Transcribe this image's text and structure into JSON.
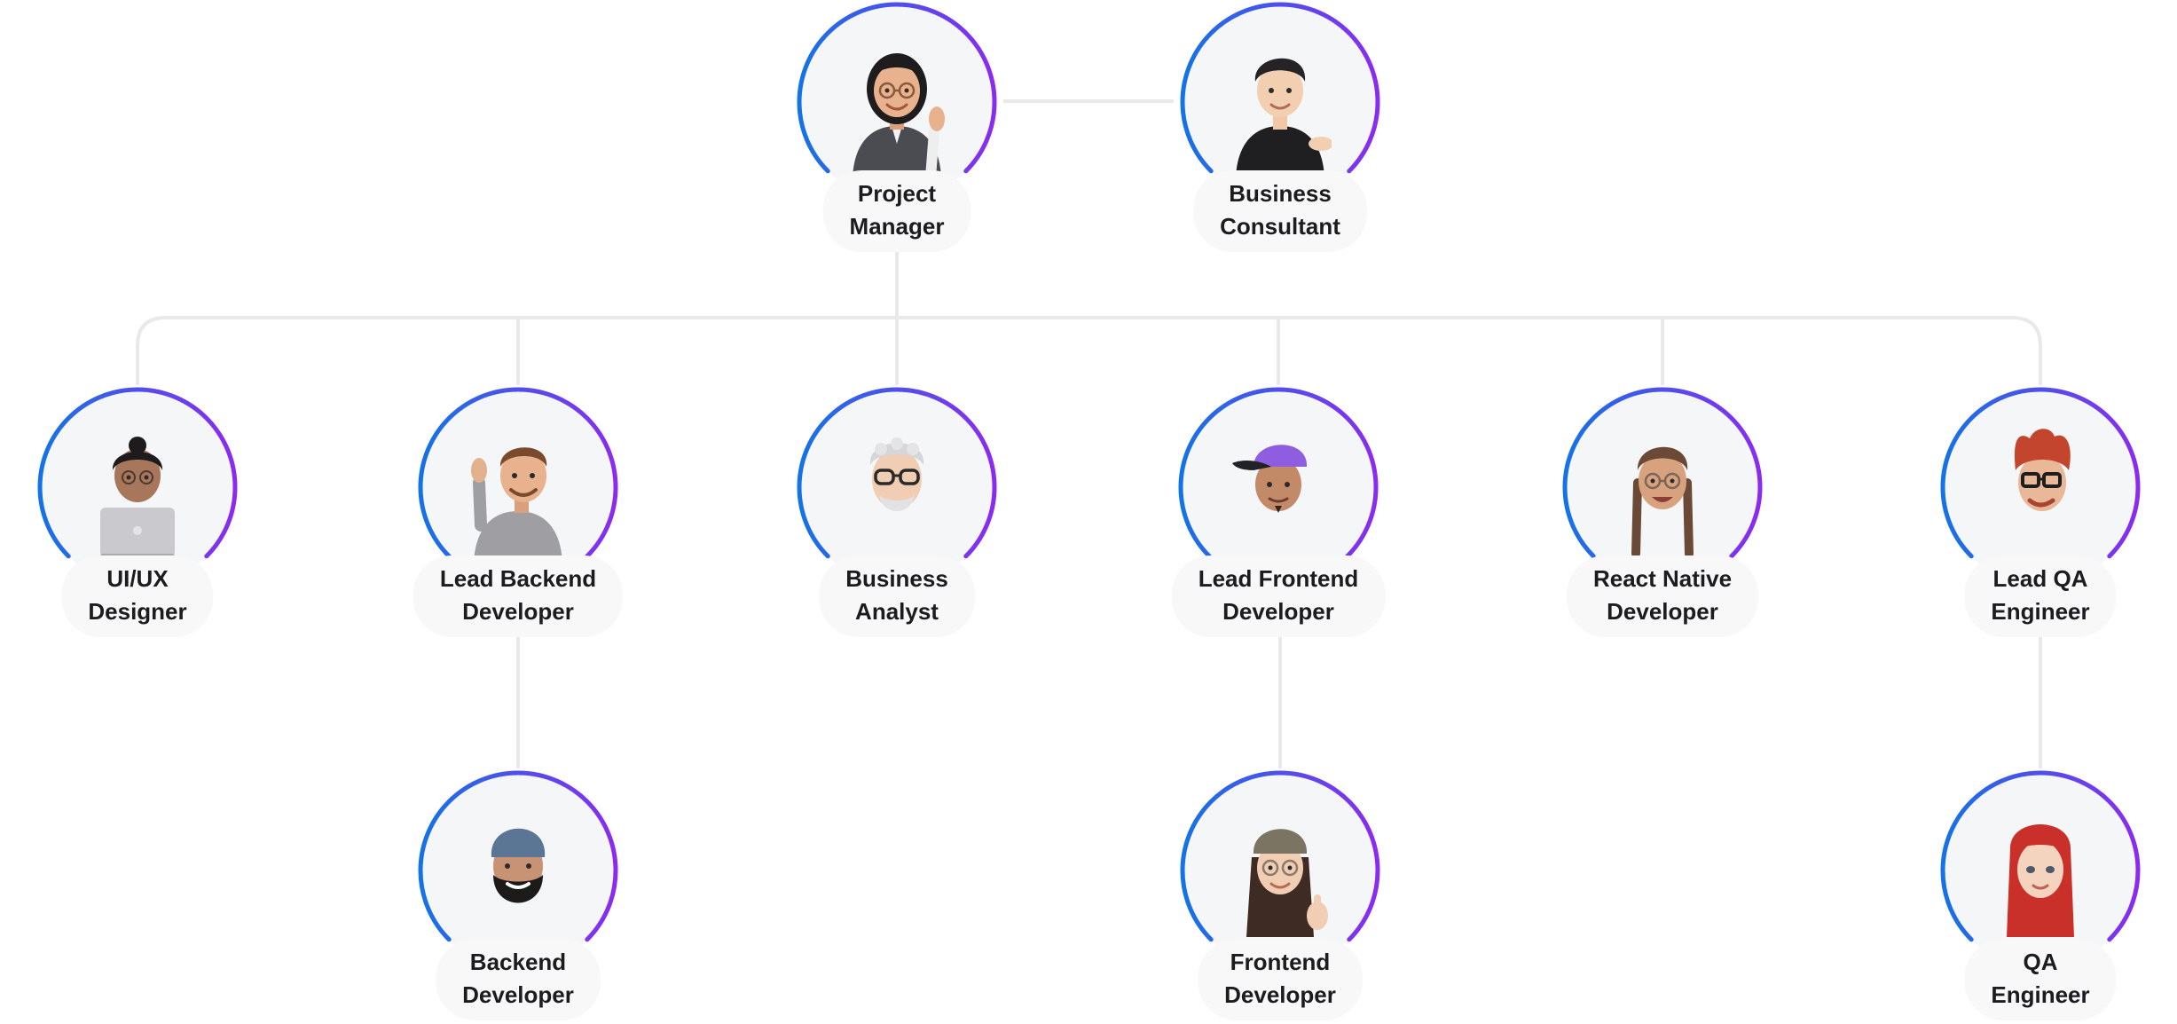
{
  "nodes": [
    {
      "id": "project-manager",
      "line1": "Project",
      "line2": "Manager",
      "icon": "person-waving-avatar-icon"
    },
    {
      "id": "business-consultant",
      "line1": "Business",
      "line2": "Consultant",
      "icon": "person-presenting-avatar-icon"
    },
    {
      "id": "ui-ux-designer",
      "line1": "UI/UX",
      "line2": "Designer",
      "icon": "person-with-laptop-avatar-icon"
    },
    {
      "id": "lead-backend-developer",
      "line1": "Lead Backend",
      "line2": "Developer",
      "icon": "person-waving-avatar-icon"
    },
    {
      "id": "business-analyst",
      "line1": "Business",
      "line2": "Analyst",
      "icon": "person-with-glasses-avatar-icon"
    },
    {
      "id": "lead-frontend-developer",
      "line1": "Lead Frontend",
      "line2": "Developer",
      "icon": "person-with-cap-avatar-icon"
    },
    {
      "id": "react-native-developer",
      "line1": "React Native",
      "line2": "Developer",
      "icon": "person-with-braids-avatar-icon"
    },
    {
      "id": "lead-qa-engineer",
      "line1": "Lead QA",
      "line2": "Engineer",
      "icon": "person-with-glasses-avatar-icon"
    },
    {
      "id": "backend-developer",
      "line1": "Backend",
      "line2": "Developer",
      "icon": "person-with-beanie-avatar-icon"
    },
    {
      "id": "frontend-developer",
      "line1": "Frontend",
      "line2": "Developer",
      "icon": "person-thumbs-up-avatar-icon"
    },
    {
      "id": "qa-engineer",
      "line1": "QA",
      "line2": "Engineer",
      "icon": "person-with-long-hair-avatar-icon"
    }
  ],
  "colors": {
    "ring_start": "#1473e6",
    "ring_end": "#8b2bf0",
    "connector": "#e9e9ec",
    "label_background": "#f8f8f9",
    "label_text": "#1c1c1e"
  }
}
